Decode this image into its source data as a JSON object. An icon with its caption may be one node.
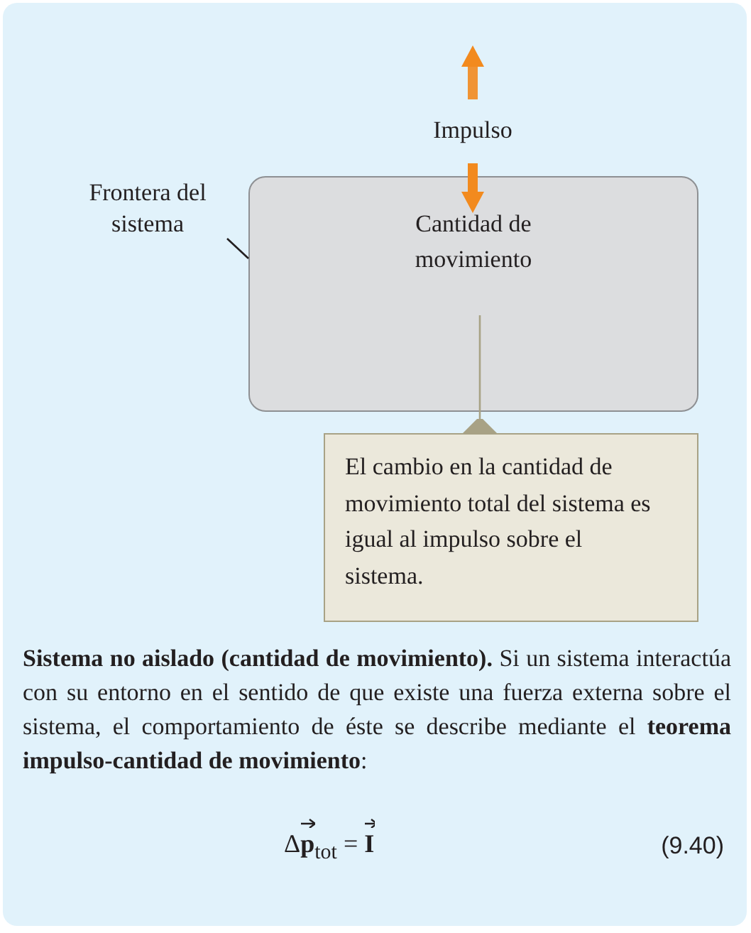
{
  "diagram": {
    "nodes": [
      {
        "text": [
          "Cantidad de movimiento"
        ]
      },
      {
        "text": [
          "Frontera del sistema"
        ]
      },
      {
        "text": [
          "El cambio en la cantidad de movimiento total del sistema es igual al impulso sobre el sistema."
        ]
      }
    ],
    "edges": [
      {
        "from": null,
        "to": 0,
        "arrow": "to",
        "color": "#f28a1e",
        "style": "thick"
      },
      {
        "from": 1,
        "to": 0,
        "arrow": "none",
        "color": "#231f20"
      },
      {
        "from": 2,
        "to": 0,
        "arrow": "other",
        "color": "#a8a285"
      }
    ],
    "labels": [
      "Impulso",
      "**Sistema no aislado (cantidad de movimiento).** Si un sistema interactúa con su entorno en el sentido de que existe una fuerza externa sobre el sistema, el comportamiento de éste se describe mediante el **teorema impulso-cantidad de movimiento**:",
      "Δ**p**$_{tot}$ = **I**",
      "(9.40)"
    ]
  }
}
